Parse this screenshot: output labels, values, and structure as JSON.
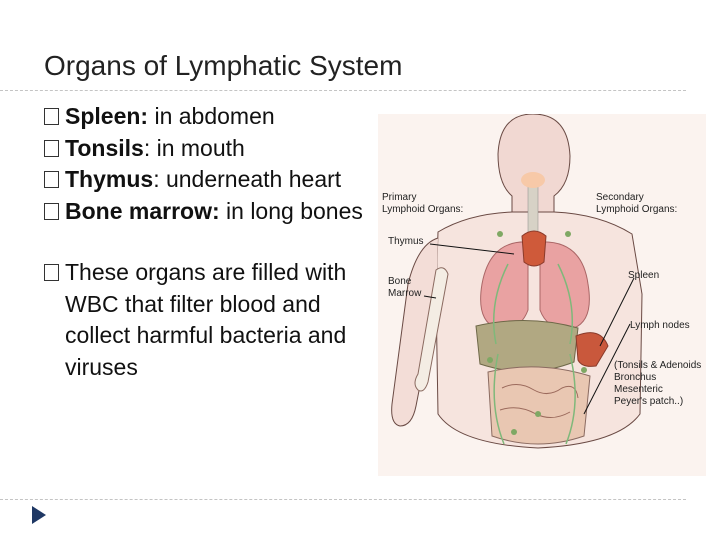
{
  "slide": {
    "title": "Organs of Lymphatic System"
  },
  "bullets": [
    {
      "bold": "Spleen:",
      "rest": " in abdomen"
    },
    {
      "bold": "Tonsils",
      "rest": ": in mouth"
    },
    {
      "bold": "Thymus",
      "rest": ": underneath heart"
    },
    {
      "bold": "Bone marrow:",
      "rest": " in long bones"
    }
  ],
  "note": {
    "text": "These organs are filled with WBC that filter blood and collect harmful bacteria and viruses"
  },
  "figure": {
    "primary": [
      "Primary",
      "Lymphoid Organs:"
    ],
    "secondary": [
      "Secondary",
      "Lymphoid Organs:"
    ],
    "thymus": "Thymus",
    "bone_marrow": [
      "Bone",
      "Marrow"
    ],
    "spleen": "Spleen",
    "lymph_nodes": "Lymph nodes",
    "secondary_list": [
      "(Tonsils & Adenoids",
      "Bronchus",
      "Mesenteric",
      "Peyer's patch..)"
    ]
  },
  "colors": {
    "accent": "#1f3864",
    "rule": "#c4c4c4"
  },
  "icons": {
    "nav": "play-arrow-icon",
    "bullet": "checkbox-bullet-icon"
  }
}
